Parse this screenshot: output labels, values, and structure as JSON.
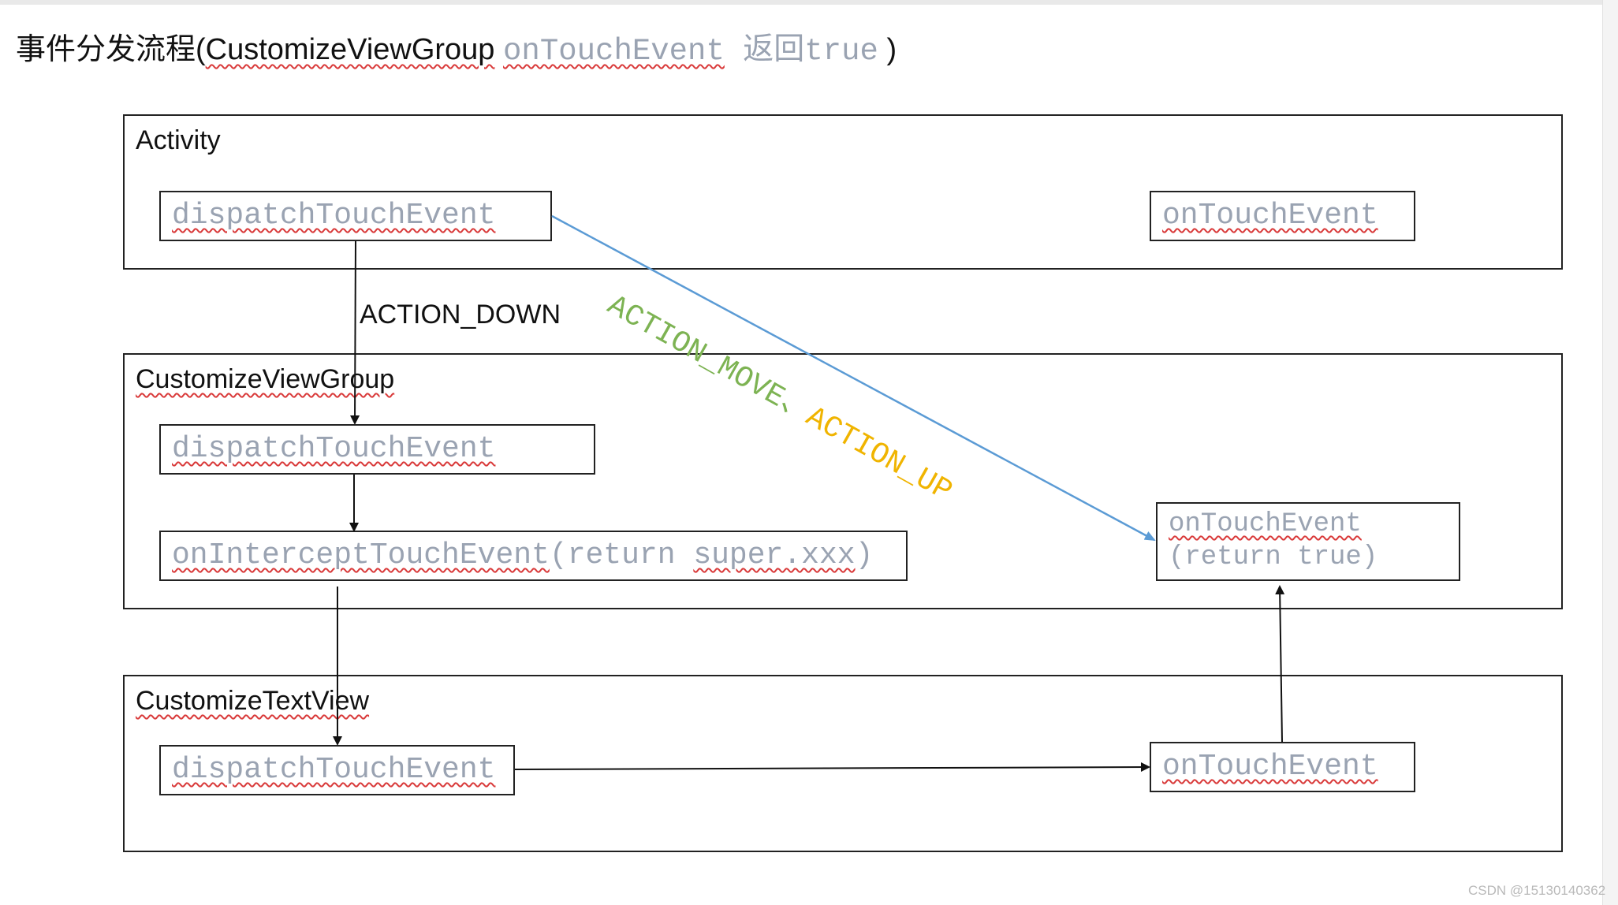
{
  "title": {
    "prefix": "事件分发流程(",
    "group": "CustomizeViewGroup",
    "method": "onTouchEvent",
    "returns": " 返回true",
    "suffix": " )"
  },
  "layers": {
    "activity": {
      "label": "Activity",
      "dispatch": "dispatchTouchEvent",
      "touch": "onTouchEvent"
    },
    "viewgroup": {
      "label": "CustomizeViewGroup",
      "dispatch": "dispatchTouchEvent",
      "intercept_method": "onInterceptTouchEvent",
      "intercept_args": "(return ",
      "intercept_super": "super.xxx",
      "intercept_close": ")",
      "touch_line1": "onTouchEvent",
      "touch_line2": "(return true)"
    },
    "textview": {
      "label": "CustomizeTextView",
      "dispatch": "dispatchTouchEvent",
      "touch": "onTouchEvent"
    }
  },
  "edges": {
    "action_down": "ACTION_DOWN",
    "action_move": "ACTION_MOVE、",
    "action_up": "ACTION_UP"
  },
  "colors": {
    "method_text": "#9aa3b2",
    "move_arrow": "#5b9bd5",
    "action_move": "#7db353",
    "action_up": "#f0b400",
    "spell_underline": "#d93a3a"
  },
  "watermark": "CSDN @15130140362"
}
